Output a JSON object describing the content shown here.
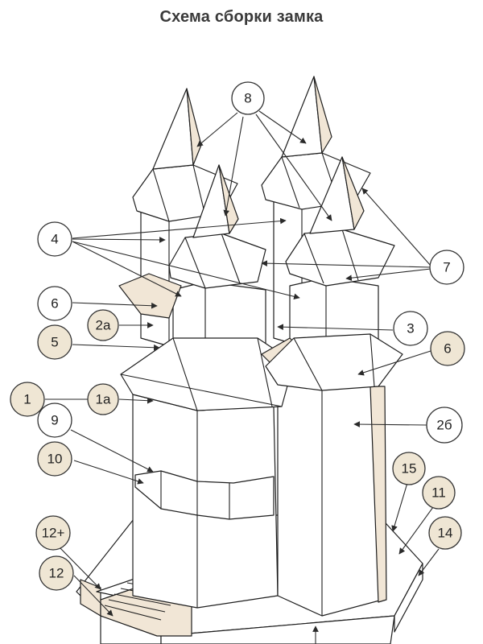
{
  "title": "Схема сборки замка",
  "callouts": {
    "c1": "1",
    "c1a": "1a",
    "c2a": "2a",
    "c2b": "2б",
    "c3": "3",
    "c4": "4",
    "c5": "5",
    "c6a": "6",
    "c6b": "6",
    "c7": "7",
    "c8": "8",
    "c9": "9",
    "c10": "10",
    "c11": "11",
    "c12plus": "12+",
    "c12": "12",
    "c14": "14",
    "c15": "15"
  },
  "colors": {
    "tint": "#efe6d4",
    "line": "#1e1e1e"
  }
}
